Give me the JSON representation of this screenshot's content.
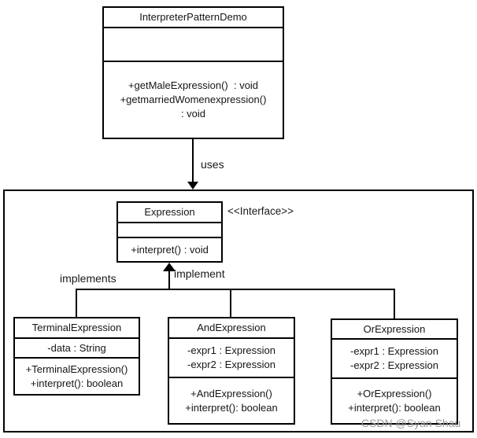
{
  "colors": {
    "line": "#000000",
    "background": "#ffffff",
    "watermark": "#9b9b9b",
    "text": "#151515"
  },
  "labels": {
    "uses": "uses",
    "implements": "implements",
    "implement": "implement",
    "stereotype": "<<Interface>>"
  },
  "watermark": "CSDN @Syan Shau",
  "classes": {
    "demo": {
      "name": "InterpreterPatternDemo",
      "attributes": [],
      "methods": [
        "+getMaleExpression()  : void",
        "+getmarriedWomenexpression()",
        ": void"
      ]
    },
    "expression": {
      "name": "Expression",
      "attributes": [],
      "methods": [
        "+interpret() : void"
      ]
    },
    "terminal": {
      "name": "TerminalExpression",
      "attributes": [
        "-data : String"
      ],
      "methods": [
        "+TerminalExpression()",
        "+interpret(): boolean"
      ]
    },
    "and": {
      "name": "AndExpression",
      "attributes": [
        "-expr1 : Expression",
        "-expr2 : Expression"
      ],
      "methods": [
        "+AndExpression()",
        "+interpret(): boolean"
      ]
    },
    "or": {
      "name": "OrExpression",
      "attributes": [
        "-expr1 : Expression",
        "-expr2 : Expression"
      ],
      "methods": [
        "+OrExpression()",
        "+interpret(): boolean"
      ]
    }
  }
}
